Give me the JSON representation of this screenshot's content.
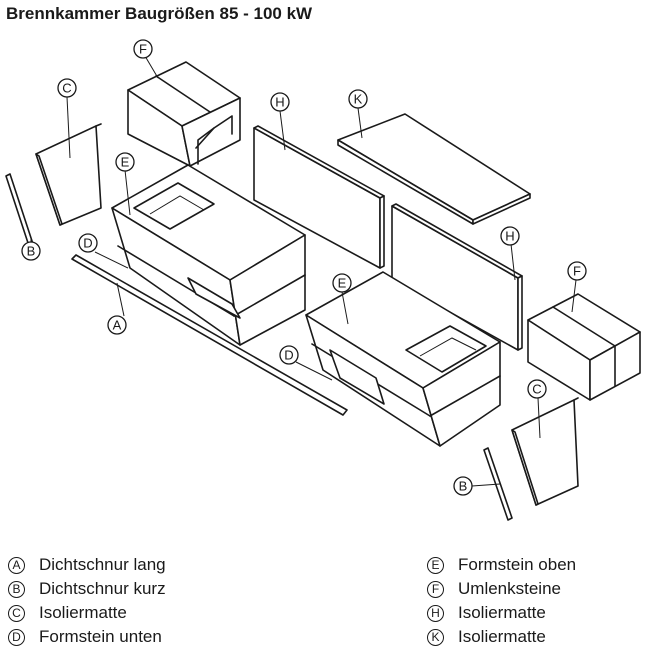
{
  "title": "Brennkammer Baugrößen 85 - 100 kW",
  "callouts": {
    "a": "A",
    "b": "B",
    "c": "C",
    "d": "D",
    "e": "E",
    "f": "F",
    "h": "H",
    "k": "K"
  },
  "legend": {
    "left": [
      {
        "key": "A",
        "label": "Dichtschnur lang"
      },
      {
        "key": "B",
        "label": "Dichtschnur kurz"
      },
      {
        "key": "C",
        "label": "Isoliermatte"
      },
      {
        "key": "D",
        "label": "Formstein unten"
      }
    ],
    "right": [
      {
        "key": "E",
        "label": "Formstein oben"
      },
      {
        "key": "F",
        "label": "Umlenksteine"
      },
      {
        "key": "H",
        "label": "Isoliermatte"
      },
      {
        "key": "K",
        "label": "Isoliermatte"
      }
    ]
  }
}
